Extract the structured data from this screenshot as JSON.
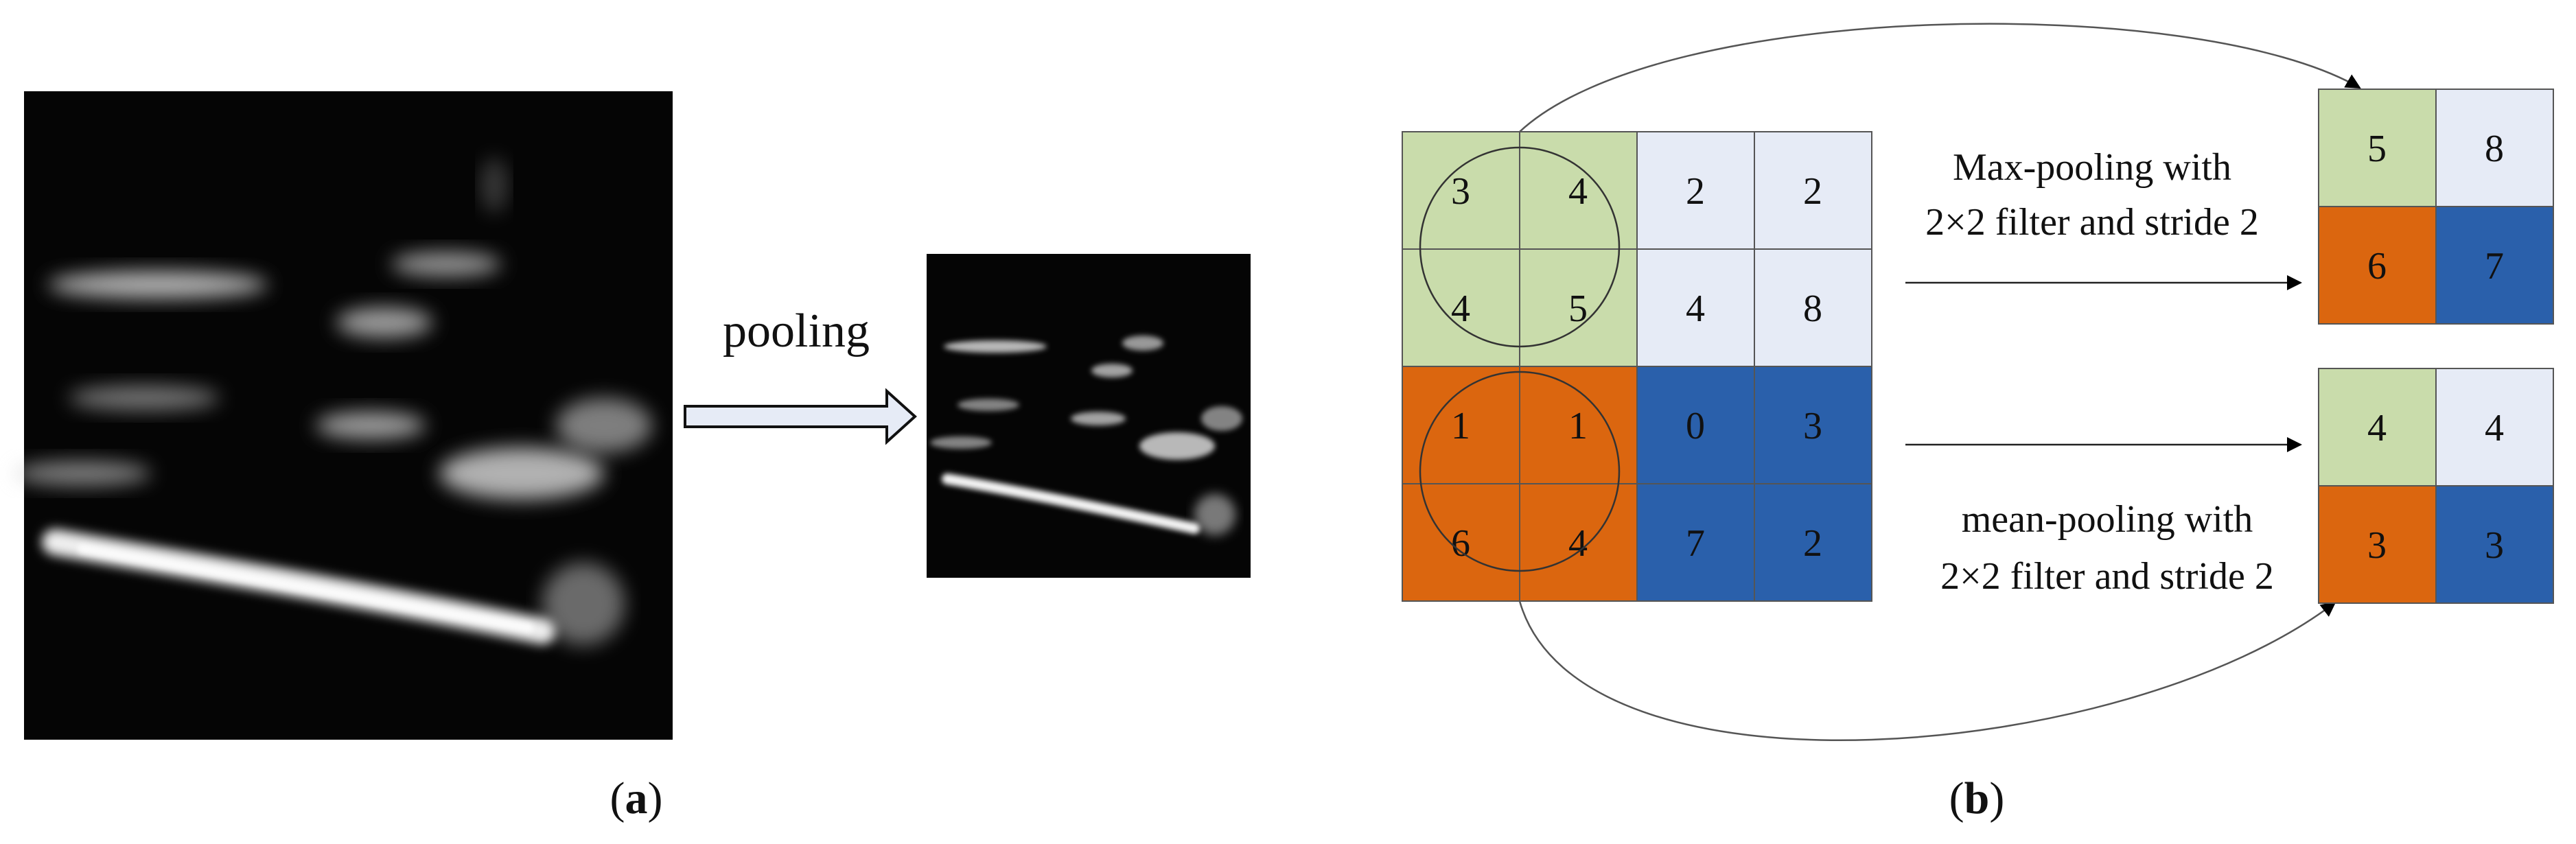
{
  "panel_a": {
    "arrow_label": "pooling",
    "caption_open": "(",
    "caption_letter": "a",
    "caption_close": ")"
  },
  "panel_b": {
    "input_matrix": [
      [
        "3",
        "4",
        "2",
        "2"
      ],
      [
        "4",
        "5",
        "4",
        "8"
      ],
      [
        "1",
        "1",
        "0",
        "3"
      ],
      [
        "6",
        "4",
        "7",
        "2"
      ]
    ],
    "max_output": [
      [
        "5",
        "8"
      ],
      [
        "6",
        "7"
      ]
    ],
    "mean_output": [
      [
        "4",
        "4"
      ],
      [
        "3",
        "3"
      ]
    ],
    "max_label_line1": "Max-pooling with",
    "max_label_line2": "2×2 filter and stride 2",
    "mean_label_line1": "mean-pooling with",
    "mean_label_line2": "2×2 filter and stride 2",
    "caption_open": "(",
    "caption_letter": "b",
    "caption_close": ")"
  },
  "colors": {
    "green": "#c9dcab",
    "light_blue": "#e6ebf6",
    "orange": "#db660f",
    "dark_blue": "#2a60ab"
  }
}
